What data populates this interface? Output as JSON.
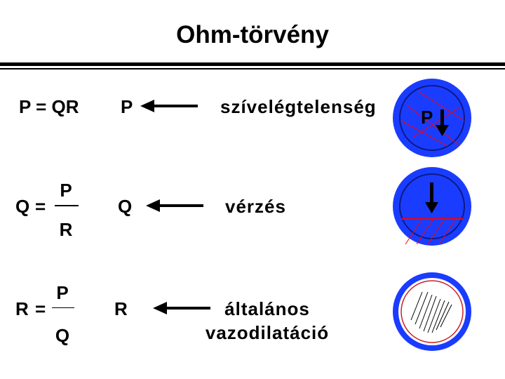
{
  "title": "Ohm-törvény",
  "rows": [
    {
      "formula": {
        "text": "P = QR"
      },
      "param": "P",
      "cause": "szívelégtelenség",
      "gauge_letter": "P",
      "gauge_direction": "down"
    },
    {
      "formula": {
        "lhs": "Q",
        "eq": "=",
        "numerator": "P",
        "denominator": "R"
      },
      "param": "Q",
      "cause": "vérzés",
      "gauge_direction": "down"
    },
    {
      "formula": {
        "lhs": "R",
        "eq": "=",
        "numerator": "P",
        "denominator": "Q"
      },
      "param": "R",
      "cause_lines": [
        "általános",
        "vazodilatáció"
      ],
      "gauge_direction": "none"
    }
  ],
  "colors": {
    "vessel_outer": "#1a3cff",
    "vessel_inner": "#1a3cff",
    "wall_line": "#ff0000",
    "dilated_lumen": "#ffffff",
    "ink": "#000000"
  },
  "icons": [
    "left-arrow-icon",
    "pressure-down-arrow-icon",
    "vessel-cross-section-icon"
  ]
}
